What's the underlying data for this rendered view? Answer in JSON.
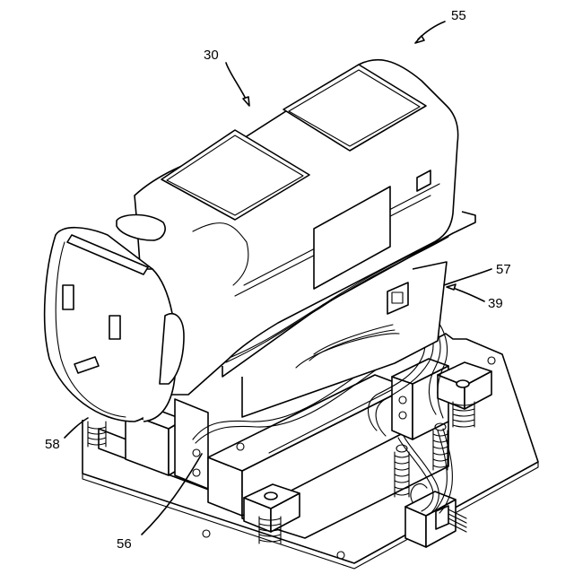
{
  "labels": {
    "l55": "55",
    "l30": "30",
    "l57": "57",
    "l39": "39",
    "l58": "58",
    "l56": "56"
  }
}
